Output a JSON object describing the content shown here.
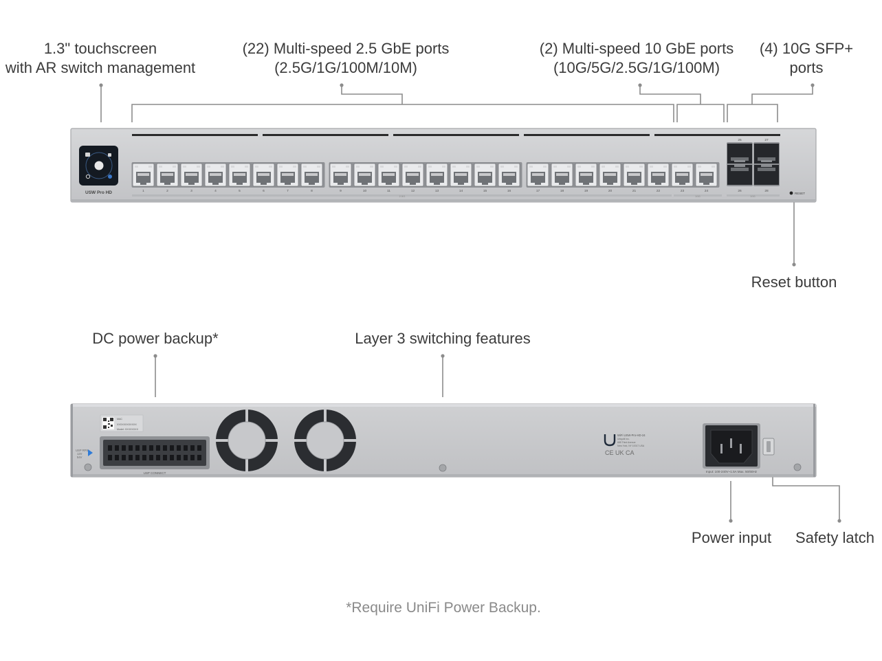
{
  "front": {
    "callouts": {
      "touchscreen": [
        "1.3\" touchscreen",
        "with AR switch management"
      ],
      "ports_25": [
        "(22) Multi-speed 2.5 GbE ports",
        "(2.5G/1G/100M/10M)"
      ],
      "ports_10": [
        "(2) Multi-speed 10 GbE ports",
        "(10G/5G/2.5G/1G/100M)"
      ],
      "sfp": [
        "(4) 10G SFP+",
        "ports"
      ],
      "reset": "Reset button"
    },
    "device": {
      "model_label": "USW Pro HD",
      "rj45_port_numbers": [
        "1",
        "2",
        "3",
        "4",
        "5",
        "6",
        "7",
        "8",
        "9",
        "10",
        "11",
        "12",
        "13",
        "14",
        "15",
        "16",
        "17",
        "18",
        "19",
        "20",
        "21",
        "22",
        "23",
        "24"
      ],
      "sfp_port_numbers": [
        "25",
        "26",
        "27",
        "28"
      ],
      "reset_label": "RESET",
      "speed_labels": [
        "2.5G",
        "10G",
        "10G"
      ]
    }
  },
  "rear": {
    "callouts": {
      "dc_backup": "DC power backup*",
      "layer3": "Layer 3 switching features",
      "power_input": "Power input",
      "safety_latch": "Safety latch"
    },
    "device": {
      "connector_label": "USP CONNECT",
      "dc_side_labels": [
        "USP RPS",
        "12V",
        "54V"
      ],
      "product_label_lines": [
        "MAC",
        "XXXXXXXXXXXX",
        "Model: XXXXXXXX"
      ],
      "reg_lines": [
        "WiFi USW-Pro-HD-24",
        "Ubiquiti Inc.",
        "685 Third Avenue",
        "New York, NY 10017 USA"
      ],
      "cert_marks": "CE UK CA",
      "power_spec": "Input: 100-240V~1.5A Max. 50/60Hz"
    }
  },
  "footnote": "*Require UniFi Power Backup.",
  "colors": {
    "chassis": "#c9cacc",
    "chassis_edge": "#a9abae",
    "callout_line": "#8c8c8c",
    "accent": "#2f7bd8"
  }
}
